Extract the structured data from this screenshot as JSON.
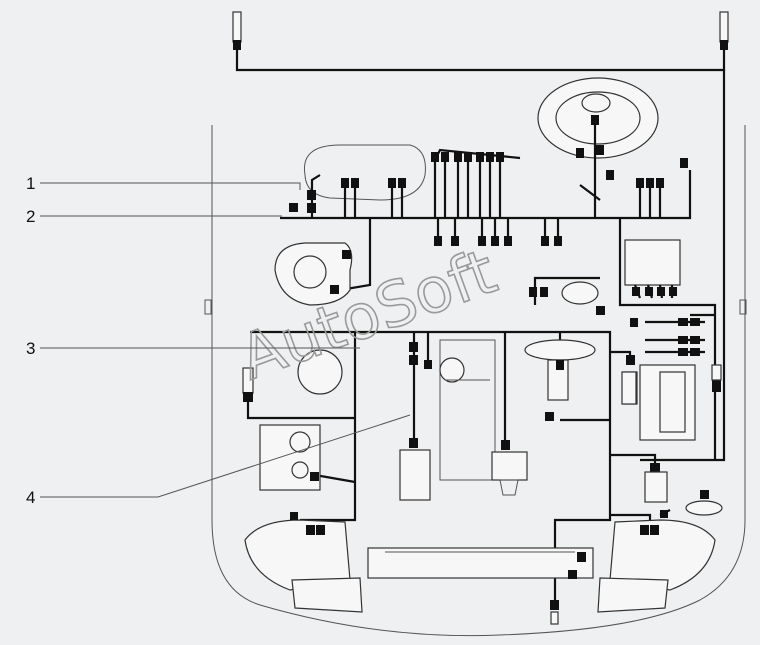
{
  "diagram": {
    "watermark": "AutoSoft",
    "callouts": [
      {
        "id": "1",
        "label": "1"
      },
      {
        "id": "2",
        "label": "2"
      },
      {
        "id": "3",
        "label": "3"
      },
      {
        "id": "4",
        "label": "4"
      }
    ]
  },
  "colors": {
    "background": "#eef0f1",
    "harness": "#111111",
    "outline": "#555555",
    "watermark": "#9a9a9a"
  }
}
